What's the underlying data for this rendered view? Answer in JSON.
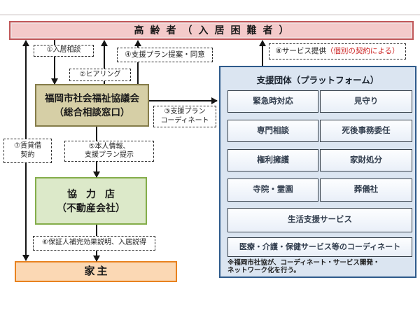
{
  "top_box": {
    "label": "高齢者（入居困難者）"
  },
  "steps": {
    "s1": "①入居相談",
    "s2": "②ヒアリング",
    "s3_line1": "③支援プラン",
    "s3_line2": "コーディネート",
    "s4": "④支援プラン提案・同意",
    "s5_line1": "⑤本人情報、",
    "s5_line2": "支援プラン提示",
    "s6": "⑥保証人補完効果説明、入居説得",
    "s7_line1": "⑦賃貸借",
    "s7_line2": "契約",
    "s8_black": "⑧サービス提供",
    "s8_red": "（個別の契約による）"
  },
  "council_box": {
    "line1": "福岡市社会福祉協議会",
    "line2": "（総合相談窓口）"
  },
  "partner_box": {
    "line1": "協力店",
    "line2": "（不動産会社）"
  },
  "landlord_box": {
    "label": "家主"
  },
  "platform": {
    "title": "支援団体（プラットフォーム）",
    "services": [
      "緊急時対応",
      "見守り",
      "専門相談",
      "死後事務委任",
      "権利擁護",
      "家財処分",
      "寺院・霊園",
      "葬儀社",
      "生活支援サービス",
      "医療・介護・保健サービス等のコーディネート"
    ],
    "note_line1": "※福岡市社協が、コーディネート・サービス開発・",
    "note_line2": "ネットワーク化を行う。"
  },
  "colors": {
    "elderly_fill": "#f4caca",
    "elderly_border": "#c1585a",
    "council_fill": "#d6cfa6",
    "council_border": "#857c4a",
    "partner_fill": "#dce9c9",
    "partner_border": "#84ad4a",
    "landlord_fill": "#fbd8b4",
    "landlord_border": "#e8821f",
    "panel_fill": "#dbe5f1",
    "panel_border": "#2e5a8b",
    "red_text": "#cc2424",
    "arrow": "#151515"
  }
}
